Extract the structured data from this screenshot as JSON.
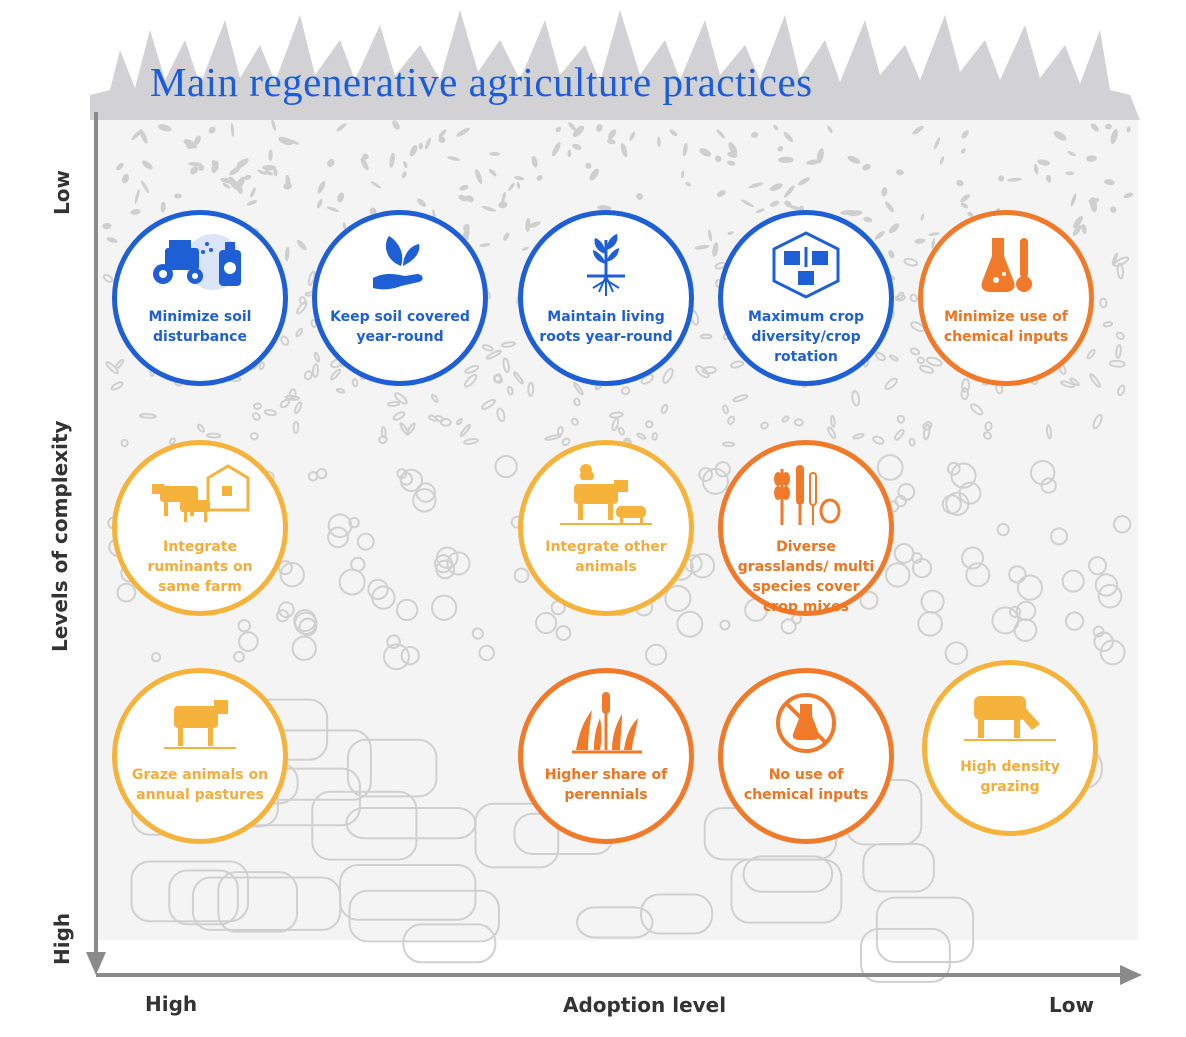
{
  "title": "Main regenerative agriculture practices",
  "axes": {
    "y_title": "Levels of complexity",
    "y_top": "Low",
    "y_bottom": "High",
    "x_title": "Adoption level",
    "x_left": "High",
    "x_right": "Low"
  },
  "colors": {
    "blue": "#1f5fd6",
    "orange": "#f07a2a",
    "yellow": "#f6b33c",
    "title": "#1a5be0"
  },
  "practices": [
    {
      "label": "Minimize soil disturbance",
      "icon": "tractor-sprayer-icon",
      "color": "blue"
    },
    {
      "label": "Keep soil covered year-round",
      "icon": "hand-plant-icon",
      "color": "blue"
    },
    {
      "label": "Maintain living roots year-round",
      "icon": "plant-roots-icon",
      "color": "blue"
    },
    {
      "label": "Maximum crop diversity/crop rotation",
      "icon": "crop-rotation-icon",
      "color": "blue"
    },
    {
      "label": "Minimize use of chemical inputs",
      "icon": "flask-thermometer-icon",
      "color": "orange"
    },
    {
      "label": "Integrate ruminants on same farm",
      "icon": "cattle-barn-icon",
      "color": "yellow"
    },
    {
      "label": "Integrate other animals",
      "icon": "cow-chicken-pig-icon",
      "color": "yellow"
    },
    {
      "label": "Diverse grasslands/ multi species cover crop mixes",
      "icon": "grains-icon",
      "color": "orange"
    },
    {
      "label": "Graze animals on annual pastures",
      "icon": "cow-icon",
      "color": "yellow"
    },
    {
      "label": "Higher share of perennials",
      "icon": "perennial-grass-icon",
      "color": "orange"
    },
    {
      "label": "No use of chemical inputs",
      "icon": "no-chemicals-icon",
      "color": "orange"
    },
    {
      "label": "High density grazing",
      "icon": "grazing-cow-icon",
      "color": "yellow"
    }
  ]
}
